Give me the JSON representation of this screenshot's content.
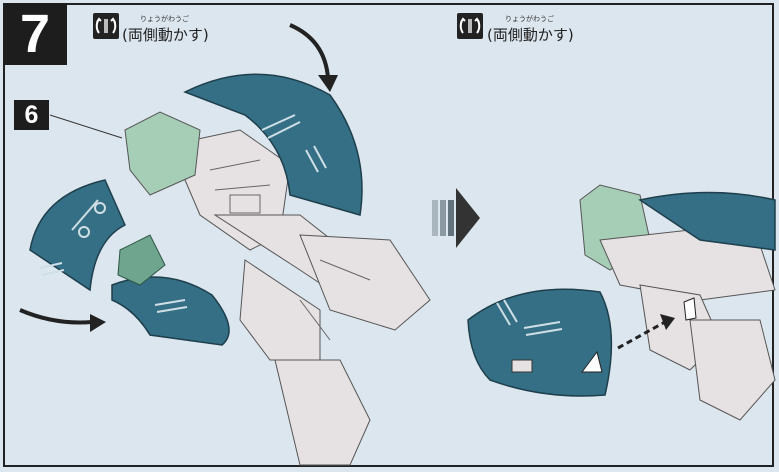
{
  "step": {
    "number": "7",
    "sub_part": "6"
  },
  "left_panel": {
    "caption": "(両側動かす)",
    "furigana": "りょうがわうご"
  },
  "right_panel": {
    "caption": "(両側動かす)",
    "furigana": "りょうがわうご"
  },
  "colors": {
    "armor_blue": "#356f86",
    "frame_gray": "#e6e1e2",
    "canopy_green": "#a6cdb6",
    "background": "#dce6ee"
  }
}
